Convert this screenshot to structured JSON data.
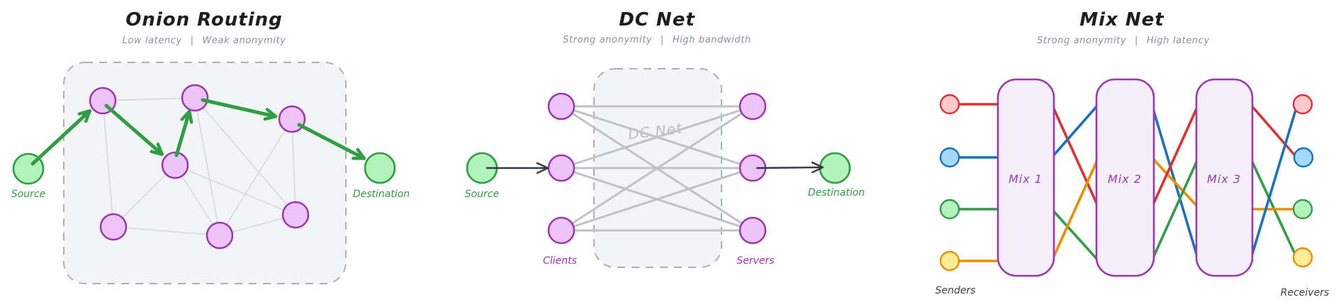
{
  "panels": {
    "onion": {
      "title": "Onion Routing",
      "subtitle": "Low latency  |  Weak anonymity",
      "source_label": "Source",
      "destination_label": "Destination",
      "relay_count": 7,
      "path": [
        "Source",
        "relay-top-left",
        "relay-center",
        "relay-top-middle",
        "relay-top-right",
        "Destination"
      ]
    },
    "dcnet": {
      "title": "DC Net",
      "subtitle": "Strong anonymity  |  High bandwidth",
      "source_label": "Source",
      "destination_label": "Destination",
      "clients_label": "Clients",
      "servers_label": "Servers",
      "watermark": "DC Net",
      "client_count": 3,
      "server_count": 3
    },
    "mixnet": {
      "title": "Mix Net",
      "subtitle": "Strong anonymity  |  High latency",
      "senders_label": "Senders",
      "receivers_label": "Receivers",
      "mix1_label": "Mix 1",
      "mix2_label": "Mix 2",
      "mix3_label": "Mix 3",
      "sender_colors": [
        "red",
        "blue",
        "green",
        "yellow"
      ],
      "receiver_colors": [
        "red",
        "blue",
        "green",
        "yellow"
      ]
    }
  },
  "colors": {
    "title_text": "#1e1e1e",
    "subtitle_text": "#8a9199",
    "green_stroke": "#2f9e44",
    "green_fill": "#b2f2bb",
    "violet_stroke": "#9c36b5",
    "violet_fill": "#eec3f8",
    "red_stroke": "#e03131",
    "red_fill": "#ffc9c9",
    "blue_stroke": "#1971c2",
    "blue_fill": "#a5d8ff",
    "orange_stroke": "#f08c00",
    "yellow_fill": "#ffec99",
    "gray_edge": "#d1d5da",
    "dc_line": "#bfc3c8",
    "dashed_border": "#a9b0b8",
    "panel_fill": "#f3f4f6",
    "mixbox_fill": "#f5effc",
    "dark_arrow": "#343a40",
    "watermark_text": "#b4bfca"
  }
}
